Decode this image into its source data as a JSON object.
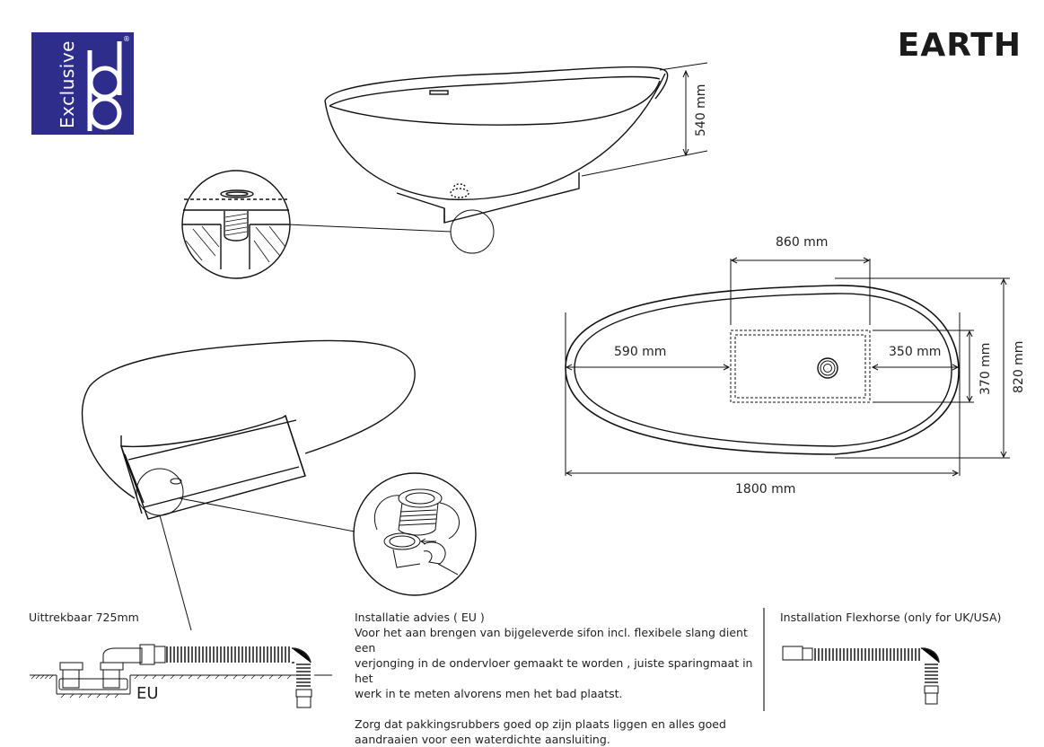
{
  "brand": {
    "name": "Exclusive bd",
    "logo_word": "Exclusive",
    "logo_mark": "bd",
    "registered_mark": "®",
    "logo_color": "#2e2d8c"
  },
  "product": {
    "title": "EARTH"
  },
  "side_view": {
    "height_label": "540 mm"
  },
  "top_view": {
    "dim_top_width": "860 mm",
    "dim_left_offset": "590 mm",
    "dim_right_offset": "350 mm",
    "dim_cutout_depth": "370 mm",
    "dim_total_width": "820 mm",
    "dim_total_length": "1800 mm"
  },
  "installation": {
    "eu_siphon": {
      "label": "Uittrekbaar 725mm",
      "region_tag": "EU"
    },
    "advice": {
      "heading": "Installatie advies ( EU )",
      "lines": [
        "Voor het aan brengen van bijgeleverde sifon incl. flexibele slang dient een",
        "verjonging in de ondervloer gemaakt te worden , juiste sparingmaat in het",
        "werk in te meten alvorens men het bad plaatst."
      ],
      "lines2": [
        "Zorg dat pakkingsrubbers goed op zijn plaats liggen en alles goed",
        "aandraaien voor een waterdichte aansluiting."
      ]
    },
    "flexhose": {
      "label": "Installation Flexhorse  (only for UK/USA)"
    }
  }
}
